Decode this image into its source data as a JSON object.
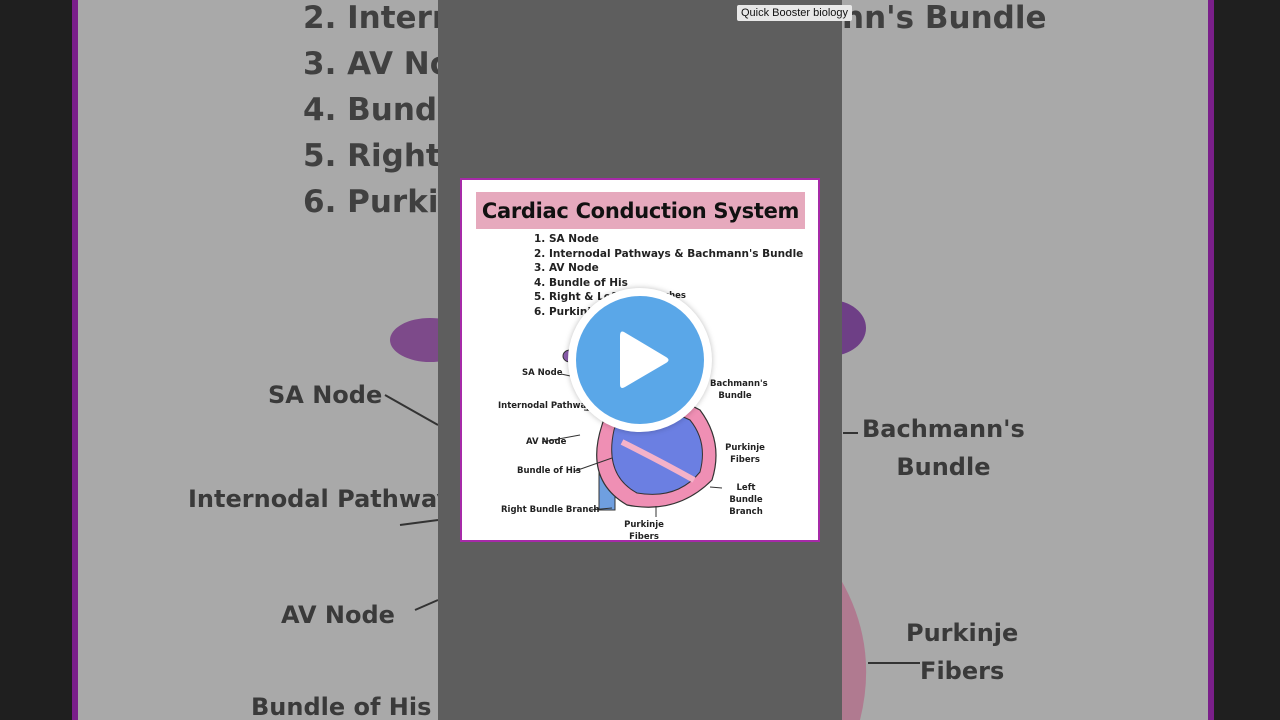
{
  "channel_name": "Quick Booster biology",
  "thumbnail": {
    "title": "Cardiac Conduction System",
    "list": [
      "1. SA Node",
      "2. Internodal Pathways & Bachmann's Bundle",
      "3. AV Node",
      "4. Bundle of His",
      "5. Right & Left B",
      "6. Purkinje",
      "nches"
    ],
    "labels": {
      "sa_node": "SA Node",
      "internodal": "Internodal Pathways",
      "av_node": "AV Node",
      "bundle_his": "Bundle of His",
      "right_bundle": "Right Bundle Branch",
      "bachmann": "Bachmann's Bundle",
      "purkinje_right": "Purkinje Fibers",
      "left_bundle": "Left Bundle Branch",
      "purkinje_bottom": "Purkinje Fibers"
    }
  },
  "backdrop": {
    "list": [
      "2. Intern",
      "3. AV No",
      "4. Bundle",
      "5. Right &",
      "6. Purkin"
    ],
    "right_top": "nn's Bundle",
    "sa_node": "SA Node",
    "internodal": "Internodal Pathway",
    "av_node": "AV Node",
    "bundle_his": "Bundle of His",
    "bachmann": "Bachmann's\nBundle",
    "purkinje": "Purkinje\nFibers"
  },
  "play_button": {
    "label": "play-icon"
  },
  "colors": {
    "accent_purple": "#a62aa8",
    "title_pink": "#e6a9bd",
    "play_blue": "#5aa7e8"
  }
}
